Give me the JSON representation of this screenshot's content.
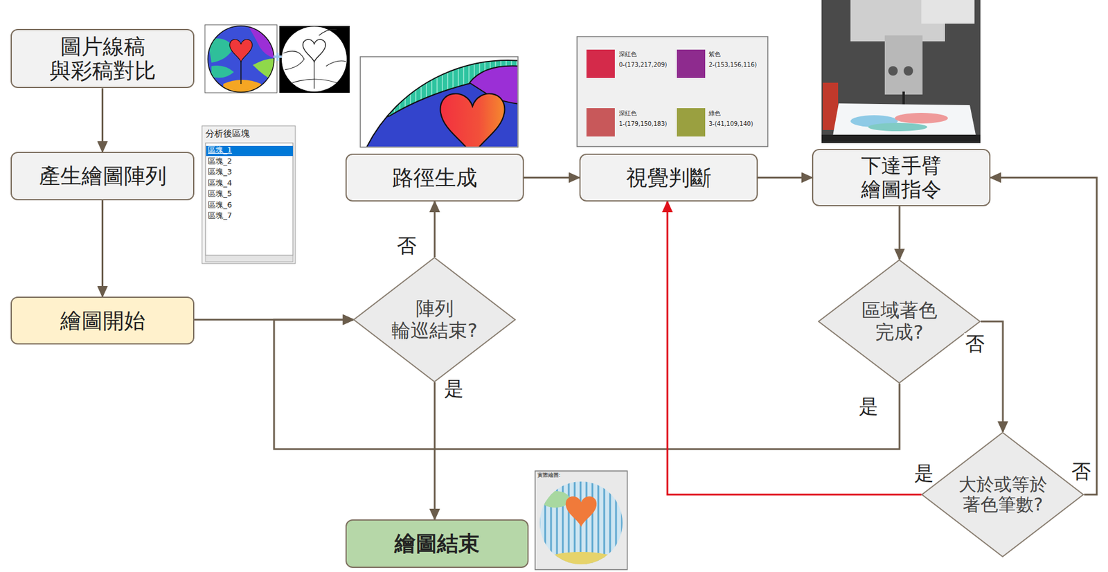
{
  "diagram": {
    "nodes": [
      {
        "text": [
          "圖片線稿 與彩稿對比"
        ]
      },
      {
        "text": [
          "產生繪圖陣列"
        ]
      },
      {
        "text": [
          "繪圖開始"
        ]
      },
      {
        "text": [
          "路徑生成"
        ]
      },
      {
        "text": [
          "視覺判斷"
        ]
      },
      {
        "text": [
          "下達手臂 繪圖指令"
        ]
      },
      {
        "text": [
          "陣列 輪巡結束?"
        ]
      },
      {
        "text": [
          "區域著色 完成?"
        ]
      },
      {
        "text": [
          "大於或等於 著色筆數?"
        ]
      },
      {
        "text": [
          "繪圖結束"
        ]
      }
    ],
    "edges": [
      {
        "from": 0,
        "to": 1,
        "arrow": "to"
      },
      {
        "from": 1,
        "to": 2,
        "arrow": "to"
      },
      {
        "from": 2,
        "to": 6,
        "arrow": "to"
      },
      {
        "from": 6,
        "to": 3,
        "label": "否",
        "arrow": "to"
      },
      {
        "from": 6,
        "to": 9,
        "label": "是",
        "arrow": "to"
      },
      {
        "from": 3,
        "to": 4,
        "arrow": "to"
      },
      {
        "from": 4,
        "to": 5,
        "arrow": "to"
      },
      {
        "from": 5,
        "to": 7,
        "arrow": "to"
      },
      {
        "from": 7,
        "to": 8,
        "label": "否",
        "arrow": "to"
      },
      {
        "from": 7,
        "to": 6,
        "label": "是",
        "arrow": "to"
      },
      {
        "from": 8,
        "to": 4,
        "label": "是",
        "arrow": "to"
      },
      {
        "from": 8,
        "to": 5,
        "label": "否",
        "arrow": "to"
      }
    ],
    "labels": [
      "分析後區塊",
      "區塊_1",
      "區塊_2",
      "區塊_3",
      "區塊_4",
      "區塊_5",
      "區塊_6",
      "區塊_7",
      "深紅色",
      "0-(173,217,209)",
      "紫色",
      "2-(153,156,116)",
      "深紅色",
      "1-(179,150,183)",
      "綠色",
      "3-(41,109,140)",
      "實際繪圖:"
    ]
  }
}
